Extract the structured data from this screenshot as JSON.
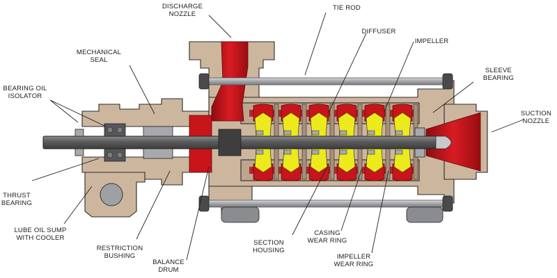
{
  "labels": {
    "discharge_nozzle": [
      "DISCHARGE",
      "NOZZLE"
    ],
    "tie_rod": [
      "TIE ROD"
    ],
    "diffuser": [
      "DIFFUSER"
    ],
    "impeller": [
      "IMPELLER"
    ],
    "mechanical_seal": [
      "MECHANICAL",
      "SEAL"
    ],
    "sleeve_bearing": [
      "SLEEVE",
      "BEARING"
    ],
    "bearing_oil_isolator": [
      "BEARING OIL",
      "ISOLATOR"
    ],
    "suction_nozzle": [
      "SUCTION",
      "NOZZLE"
    ],
    "thrust_bearing": [
      "THRUST",
      "BEARING"
    ],
    "lube_oil_sump": [
      "LUBE OIL SUMP",
      "WITH COOLER"
    ],
    "restriction_bushing": [
      "RESTRICTION",
      "BUSHING"
    ],
    "balance_drum": [
      "BALANCE",
      "DRUM"
    ],
    "section_housing": [
      "SECTION",
      "HOUSING"
    ],
    "casing_wear_ring": [
      "CASING",
      "WEAR RING"
    ],
    "impeller_wear_ring": [
      "IMPELLER",
      "WEAR RING"
    ]
  },
  "colors": {
    "casing": "#cdb69e",
    "casing_shade": "#a98f77",
    "flow_red": "#c8141b",
    "impeller_yellow": "#ecea1c",
    "shaft": "#5f5f5f",
    "steel": "#a7a9ac",
    "bolt": "#4a4a4a"
  }
}
